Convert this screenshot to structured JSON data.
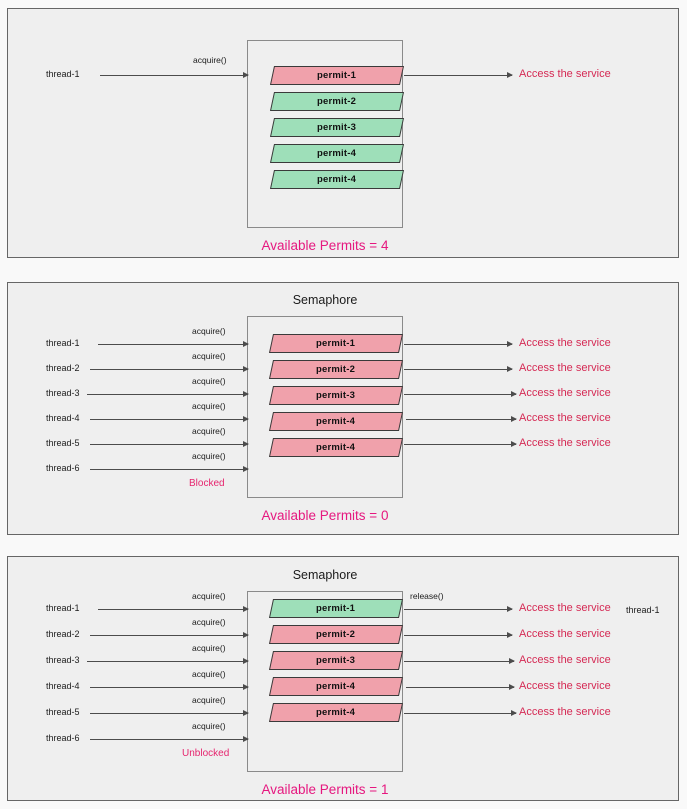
{
  "colors": {
    "permit_red": "#f0a1ab",
    "permit_green": "#9edfb9",
    "available_text": "#e6177f",
    "access_text": "#d52a54",
    "state_text": "#e6266f",
    "panel_bg": "#efefef",
    "page_bg": "#f9f9f9"
  },
  "panels": [
    {
      "id": "panel-1",
      "semaphore_title": "",
      "permits": [
        {
          "label": "permit-1",
          "state": "taken"
        },
        {
          "label": "permit-2",
          "state": "free"
        },
        {
          "label": "permit-3",
          "state": "free"
        },
        {
          "label": "permit-4",
          "state": "free"
        },
        {
          "label": "permit-4",
          "state": "free"
        }
      ],
      "threads": [
        {
          "name": "thread-1",
          "action": "acquire()",
          "status": ""
        }
      ],
      "outputs": [
        {
          "label": "Access the service",
          "action": "",
          "trailing": ""
        }
      ],
      "available_permits": "Available Permits = 4"
    },
    {
      "id": "panel-2",
      "semaphore_title": "Semaphore",
      "permits": [
        {
          "label": "permit-1",
          "state": "taken"
        },
        {
          "label": "permit-2",
          "state": "taken"
        },
        {
          "label": "permit-3",
          "state": "taken"
        },
        {
          "label": "permit-4",
          "state": "taken"
        },
        {
          "label": "permit-4",
          "state": "taken"
        }
      ],
      "threads": [
        {
          "name": "thread-1",
          "action": "acquire()",
          "status": ""
        },
        {
          "name": "thread-2",
          "action": "acquire()",
          "status": ""
        },
        {
          "name": "thread-3",
          "action": "acquire()",
          "status": ""
        },
        {
          "name": "thread-4",
          "action": "acquire()",
          "status": ""
        },
        {
          "name": "thread-5",
          "action": "acquire()",
          "status": ""
        },
        {
          "name": "thread-6",
          "action": "acquire()",
          "status": "Blocked"
        }
      ],
      "outputs": [
        {
          "label": "Access the service",
          "action": "",
          "trailing": ""
        },
        {
          "label": "Access the service",
          "action": "",
          "trailing": ""
        },
        {
          "label": "Access the service",
          "action": "",
          "trailing": ""
        },
        {
          "label": "Access the service",
          "action": "",
          "trailing": ""
        },
        {
          "label": "Access the service",
          "action": "",
          "trailing": ""
        }
      ],
      "available_permits": "Available Permits = 0"
    },
    {
      "id": "panel-3",
      "semaphore_title": "Semaphore",
      "permits": [
        {
          "label": "permit-1",
          "state": "free"
        },
        {
          "label": "permit-2",
          "state": "taken"
        },
        {
          "label": "permit-3",
          "state": "taken"
        },
        {
          "label": "permit-4",
          "state": "taken"
        },
        {
          "label": "permit-4",
          "state": "taken"
        }
      ],
      "threads": [
        {
          "name": "thread-1",
          "action": "acquire()",
          "status": ""
        },
        {
          "name": "thread-2",
          "action": "acquire()",
          "status": ""
        },
        {
          "name": "thread-3",
          "action": "acquire()",
          "status": ""
        },
        {
          "name": "thread-4",
          "action": "acquire()",
          "status": ""
        },
        {
          "name": "thread-5",
          "action": "acquire()",
          "status": ""
        },
        {
          "name": "thread-6",
          "action": "acquire()",
          "status": "Unblocked"
        }
      ],
      "outputs": [
        {
          "label": "Access the service",
          "action": "release()",
          "trailing": "thread-1"
        },
        {
          "label": "Access the service",
          "action": "",
          "trailing": ""
        },
        {
          "label": "Access the service",
          "action": "",
          "trailing": ""
        },
        {
          "label": "Access the service",
          "action": "",
          "trailing": ""
        },
        {
          "label": "Access the service",
          "action": "",
          "trailing": ""
        }
      ],
      "available_permits": "Available Permits = 1"
    }
  ]
}
